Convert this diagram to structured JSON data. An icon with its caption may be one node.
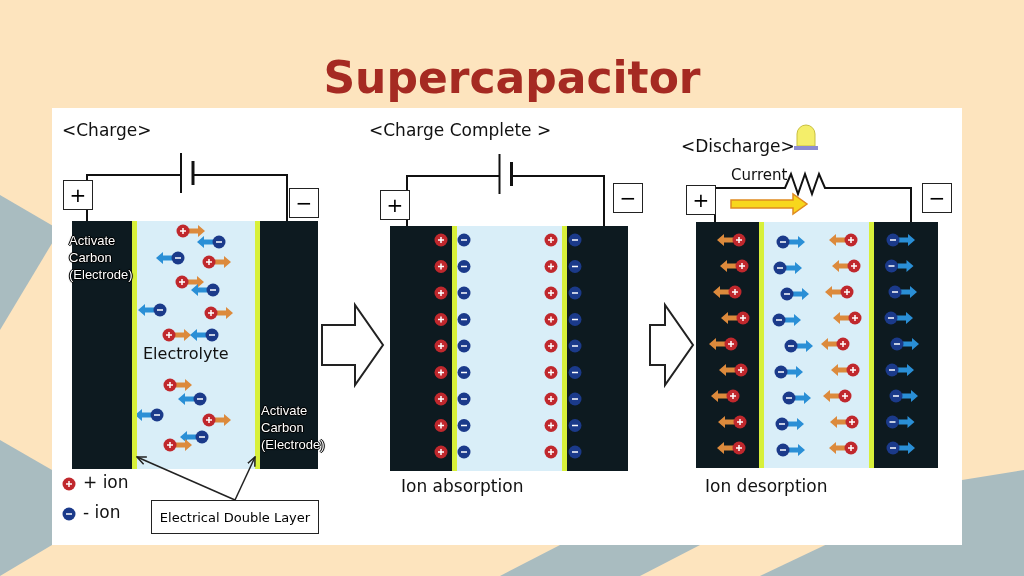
{
  "diagram": {
    "title": "Supercapacitor",
    "nodes": [
      {
        "text": [
          "<Charge>"
        ]
      },
      {
        "text": [
          "Electrical Double Layer"
        ],
        "in": 0
      },
      {
        "text": [],
        "shape": "bar",
        "in": 0
      },
      {
        "text": [],
        "shape": "bar",
        "in": 0
      },
      {
        "text": [
          "<Charge Complete >",
          "Ion absorption"
        ]
      },
      {
        "text": [
          "<Discharge>",
          "Ion desorption"
        ]
      }
    ],
    "edges": [
      {
        "from": 1,
        "to": 2,
        "arrow": "to"
      },
      {
        "from": 1,
        "to": 3,
        "arrow": "to"
      },
      {
        "from": 0,
        "to": 4,
        "arrow": "to"
      },
      {
        "from": 4,
        "to": 5,
        "arrow": "to"
      }
    ],
    "labels": [
      "+",
      "−",
      "+",
      "−",
      "+",
      "Current",
      "−",
      "Activate Carbon (Electrode)",
      "Electrolyte",
      "Activate Carbon (Electrode)"
    ],
    "legend": [
      {
        "text": "+ ion"
      },
      {
        "text": "- ion"
      }
    ]
  }
}
